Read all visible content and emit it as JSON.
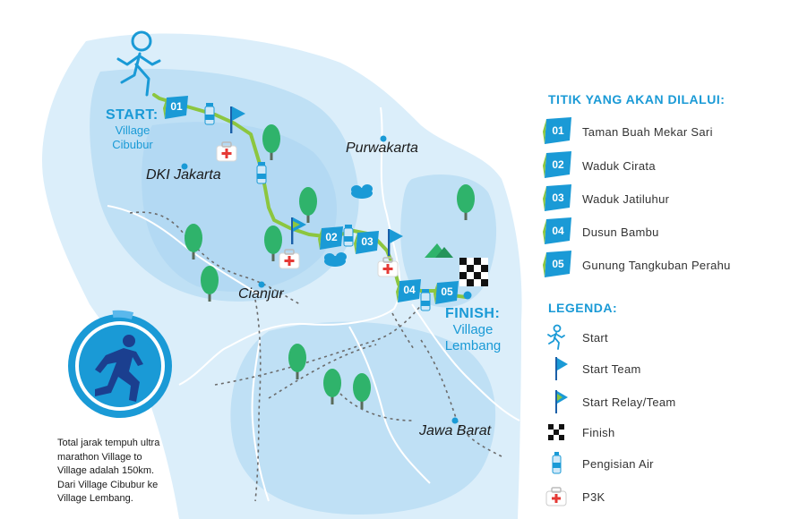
{
  "map": {
    "start_label": "START:",
    "start_place": [
      "Village",
      "Cibubur"
    ],
    "finish_label": "FINISH:",
    "finish_place": [
      "Village",
      "Lembang"
    ],
    "cities": [
      {
        "id": "dki",
        "name": "DKI Jakarta"
      },
      {
        "id": "purwakarta",
        "name": "Purwakarta"
      },
      {
        "id": "cianjur",
        "name": "Cianjur"
      },
      {
        "id": "jawabarat",
        "name": "Jawa Barat"
      }
    ],
    "checkpoints": [
      "01",
      "02",
      "03",
      "04",
      "05"
    ],
    "note": "Total jarak tempuh ultra marathon Village to Village adalah 150km. Dari Village Cibubur ke Village Lembang."
  },
  "panel": {
    "route_title": "TITIK YANG AKAN DILALUI:",
    "route_points": [
      {
        "num": "01",
        "name": "Taman Buah Mekar Sari"
      },
      {
        "num": "02",
        "name": "Waduk Cirata"
      },
      {
        "num": "03",
        "name": "Waduk Jatiluhur"
      },
      {
        "num": "04",
        "name": "Dusun Bambu"
      },
      {
        "num": "05",
        "name": "Gunung Tangkuban Perahu"
      }
    ],
    "legend_title": "LEGENDA:",
    "legend": [
      {
        "icon": "runner-icon",
        "label": "Start"
      },
      {
        "icon": "flag-blue-icon",
        "label": "Start Team"
      },
      {
        "icon": "flag-green-icon",
        "label": "Start Relay/Team"
      },
      {
        "icon": "checkered-flag-icon",
        "label": "Finish"
      },
      {
        "icon": "water-bottle-icon",
        "label": "Pengisian Air"
      },
      {
        "icon": "first-aid-icon",
        "label": "P3K"
      }
    ]
  },
  "colors": {
    "map_light": "#dbeefa",
    "map_mid": "#bfe0f5",
    "map_dark": "#a9d4f0",
    "accent": "#1a9ad6",
    "route": "#8cc63f",
    "tree": "#2fb36b"
  }
}
